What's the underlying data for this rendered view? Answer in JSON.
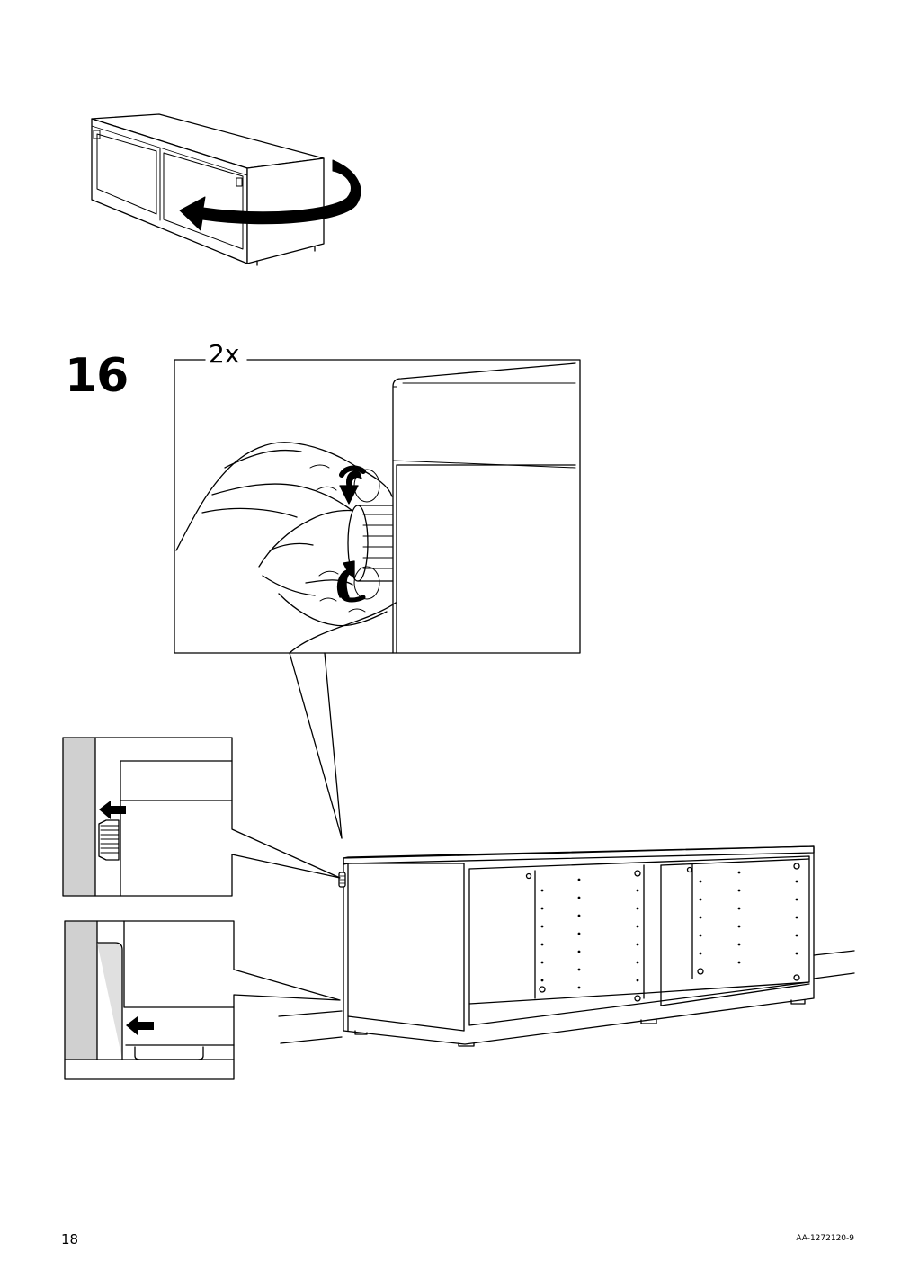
{
  "step": {
    "number": "16",
    "quantity": "2x"
  },
  "footer": {
    "page_number": "18",
    "doc_code": "AA-1272120-9"
  },
  "icons": {
    "rotate": "rotate-arrow-icon",
    "turn_cw": "clockwise-arrow-icon",
    "turn_ccw": "counterclockwise-arrow-icon",
    "push_left": "left-arrow-icon"
  }
}
